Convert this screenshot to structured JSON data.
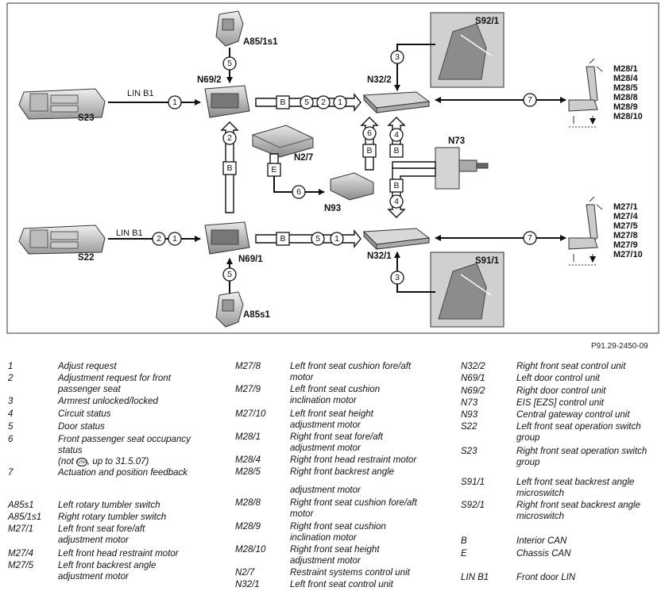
{
  "diagram": {
    "components": {
      "a85_1s1": "A85/1s1",
      "a85s1": "A85s1",
      "n69_2": "N69/2",
      "n69_1": "N69/1",
      "s23": "S23",
      "s22": "S22",
      "n2_7": "N2/7",
      "n93": "N93",
      "n32_2": "N32/2",
      "n32_1": "N32/1",
      "n73": "N73",
      "s92_1": "S92/1",
      "s91_1": "S91/1"
    },
    "lin_top": "LIN B1",
    "lin_bottom": "LIN B1",
    "bus_b": "B",
    "bus_e": "E",
    "motors_right": [
      "M28/1",
      "M28/4",
      "M28/5",
      "M28/8",
      "M28/9",
      "M28/10"
    ],
    "motors_left": [
      "M27/1",
      "M27/4",
      "M27/5",
      "M27/8",
      "M27/9",
      "M27/10"
    ],
    "nums": {
      "one": "1",
      "two": "2",
      "three": "3",
      "four": "4",
      "five": "5",
      "six": "6",
      "seven": "7"
    }
  },
  "figure_ref": "P91.29-2450-09",
  "legend": {
    "col1": [
      {
        "key": "1",
        "value": "Adjust request"
      },
      {
        "key": "2",
        "value": "Adjustment request for front passenger seat"
      },
      {
        "key": "3",
        "value": "Armrest unlocked/locked"
      },
      {
        "key": "4",
        "value": "Circuit status"
      },
      {
        "key": "5",
        "value": "Door status"
      },
      {
        "key": "6",
        "value": "Front passenger seat occupancy status"
      },
      {
        "key": "",
        "value": "(not USA, up to 31.5.07)"
      },
      {
        "key": "7",
        "value": "Actuation and position feedback"
      },
      {
        "key": "A85s1",
        "value": "Left rotary tumbler switch"
      },
      {
        "key": "A85/1s1",
        "value": "Right rotary tumbler switch"
      },
      {
        "key": "M27/1",
        "value": "Left front seat fore/aft adjustment motor"
      },
      {
        "key": "M27/4",
        "value": "Left front head restraint motor"
      },
      {
        "key": "M27/5",
        "value": "Left front backrest angle adjustment motor"
      }
    ],
    "usa_badge": "USA",
    "col2": [
      {
        "key": "M27/8",
        "value": "Left front seat cushion fore/aft motor"
      },
      {
        "key": "M27/9",
        "value": "Left front seat cushion inclination motor"
      },
      {
        "key": "M27/10",
        "value": "Left front seat height adjustment motor"
      },
      {
        "key": "M28/1",
        "value": "Right front seat fore/aft adjustment motor"
      },
      {
        "key": "M28/4",
        "value": "Right front head restraint motor"
      },
      {
        "key": "M28/5",
        "value": "Right front backrest angle"
      },
      {
        "key": "",
        "value": "adjustment motor"
      },
      {
        "key": "M28/8",
        "value": "Right front seat cushion fore/aft motor"
      },
      {
        "key": "M28/9",
        "value": "Right front seat cushion inclination motor"
      },
      {
        "key": "M28/10",
        "value": "Right front seat height adjustment motor"
      },
      {
        "key": "N2/7",
        "value": "Restraint systems control unit"
      },
      {
        "key": "N32/1",
        "value": "Left front seat control unit"
      }
    ],
    "col3": [
      {
        "key": "N32/2",
        "value": "Right front seat control unit"
      },
      {
        "key": "N69/1",
        "value": "Left door control unit"
      },
      {
        "key": "N69/2",
        "value": "Right door control unit"
      },
      {
        "key": "N73",
        "value": "EIS [EZS] control unit"
      },
      {
        "key": "N93",
        "value": "Central gateway control unit"
      },
      {
        "key": "S22",
        "value": "Left front seat operation switch group"
      },
      {
        "key": "S23",
        "value": "Right front seat operation switch group"
      },
      {
        "key": "S91/1",
        "value": "Left front seat backrest angle microswitch"
      },
      {
        "key": "S92/1",
        "value": "Right front seat backrest angle microswitch"
      },
      {
        "key": "B",
        "value": "Interior CAN"
      },
      {
        "key": "E",
        "value": "Chassis CAN"
      },
      {
        "key": "LIN B1",
        "value": "Front door LIN"
      }
    ]
  }
}
